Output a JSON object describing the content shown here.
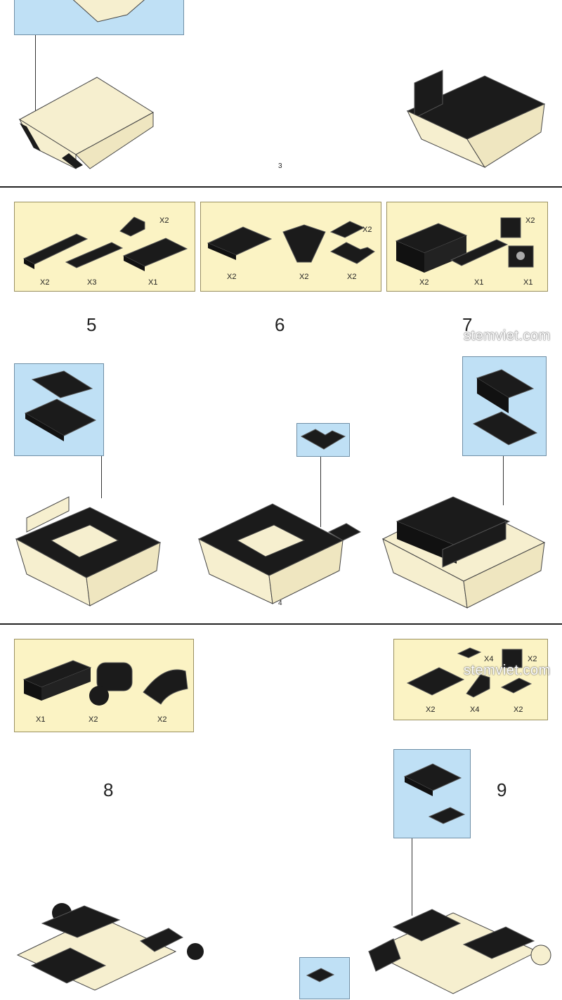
{
  "pages": [
    {
      "page_number": "3"
    },
    {
      "page_number": "4"
    }
  ],
  "parts_lists": [
    {
      "id": "step5",
      "quantities": [
        "X2",
        "X2",
        "X3",
        "X1"
      ]
    },
    {
      "id": "step6",
      "quantities": [
        "X2",
        "X2",
        "X2",
        "X2"
      ]
    },
    {
      "id": "step7",
      "quantities": [
        "X2",
        "X2",
        "X1",
        "X1"
      ]
    },
    {
      "id": "step8",
      "quantities": [
        "X1",
        "X2",
        "X2"
      ]
    },
    {
      "id": "step9",
      "quantities": [
        "X4",
        "X2",
        "X2",
        "X4",
        "X2"
      ]
    }
  ],
  "steps": [
    "5",
    "6",
    "7",
    "8",
    "9"
  ],
  "watermark": "stemviet.com",
  "colors": {
    "part_panel": "#fbf3c4",
    "inset_panel": "#bfe0f5",
    "brick_black": "#1b1b1b",
    "brick_tan": "#f6efcf"
  }
}
